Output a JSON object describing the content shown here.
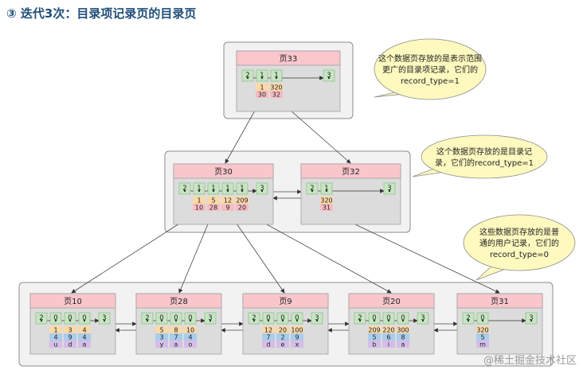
{
  "title": "③ 迭代3次：目录项记录页的目录页",
  "watermark": "@稀土掘金技术社区",
  "colors": {
    "header": "#f9c6cc",
    "record": "#c6e5c2",
    "key_orange": "#fbd9a7",
    "key_pink": "#f7bcc2",
    "key_blue": "#a9cdec",
    "key_purple": "#d6bde8",
    "callout": "#fdf9bf"
  },
  "pages": [
    {
      "id": "p33",
      "label": "页33",
      "records": [
        "2",
        "1",
        "1",
        "3"
      ],
      "keys": [
        "1",
        "320"
      ],
      "pages_ref": [
        "30",
        "32"
      ],
      "values": []
    },
    {
      "id": "p30",
      "label": "页30",
      "records": [
        "2",
        "1",
        "1",
        "1",
        "1",
        "3"
      ],
      "keys": [
        "1",
        "5",
        "12",
        "209"
      ],
      "pages_ref": [
        "10",
        "28",
        "9",
        "20"
      ],
      "values": []
    },
    {
      "id": "p32",
      "label": "页32",
      "records": [
        "2",
        "1",
        "3"
      ],
      "keys": [
        "320"
      ],
      "pages_ref": [
        "31"
      ],
      "values": []
    },
    {
      "id": "p10",
      "label": "页10",
      "records": [
        "2",
        "0",
        "0",
        "0",
        "3"
      ],
      "keys": [
        "1",
        "3",
        "4"
      ],
      "pages_ref": [
        "4",
        "9",
        "4"
      ],
      "values": [
        "u",
        "d",
        "a"
      ]
    },
    {
      "id": "p28",
      "label": "页28",
      "records": [
        "2",
        "0",
        "0",
        "0",
        "3"
      ],
      "keys": [
        "5",
        "8",
        "10"
      ],
      "pages_ref": [
        "3",
        "7",
        "4"
      ],
      "values": [
        "y",
        "a",
        "o"
      ]
    },
    {
      "id": "p9",
      "label": "页9",
      "records": [
        "2",
        "0",
        "0",
        "0",
        "3"
      ],
      "keys": [
        "12",
        "20",
        "100"
      ],
      "pages_ref": [
        "7",
        "2",
        "9"
      ],
      "values": [
        "d",
        "e",
        "x"
      ]
    },
    {
      "id": "p20",
      "label": "页20",
      "records": [
        "2",
        "0",
        "0",
        "0",
        "3"
      ],
      "keys": [
        "209",
        "220",
        "300"
      ],
      "pages_ref": [
        "5",
        "6",
        "8"
      ],
      "values": [
        "b",
        "i",
        "a"
      ]
    },
    {
      "id": "p31",
      "label": "页31",
      "records": [
        "2",
        "0",
        "3"
      ],
      "keys": [
        "320"
      ],
      "pages_ref": [
        "5"
      ],
      "values": [
        "m"
      ]
    }
  ],
  "callouts": [
    {
      "id": "c1",
      "lines": [
        "这个数据页存放的是表示范围",
        "更广的目录项记录，它们的",
        "record_type=1"
      ]
    },
    {
      "id": "c2",
      "lines": [
        "这个数据页存放的是目录记",
        "录，它们的record_type=1"
      ]
    },
    {
      "id": "c3",
      "lines": [
        "这些数据页存放的是普",
        "通的用户记录，它们的",
        "record_type=0"
      ]
    }
  ]
}
